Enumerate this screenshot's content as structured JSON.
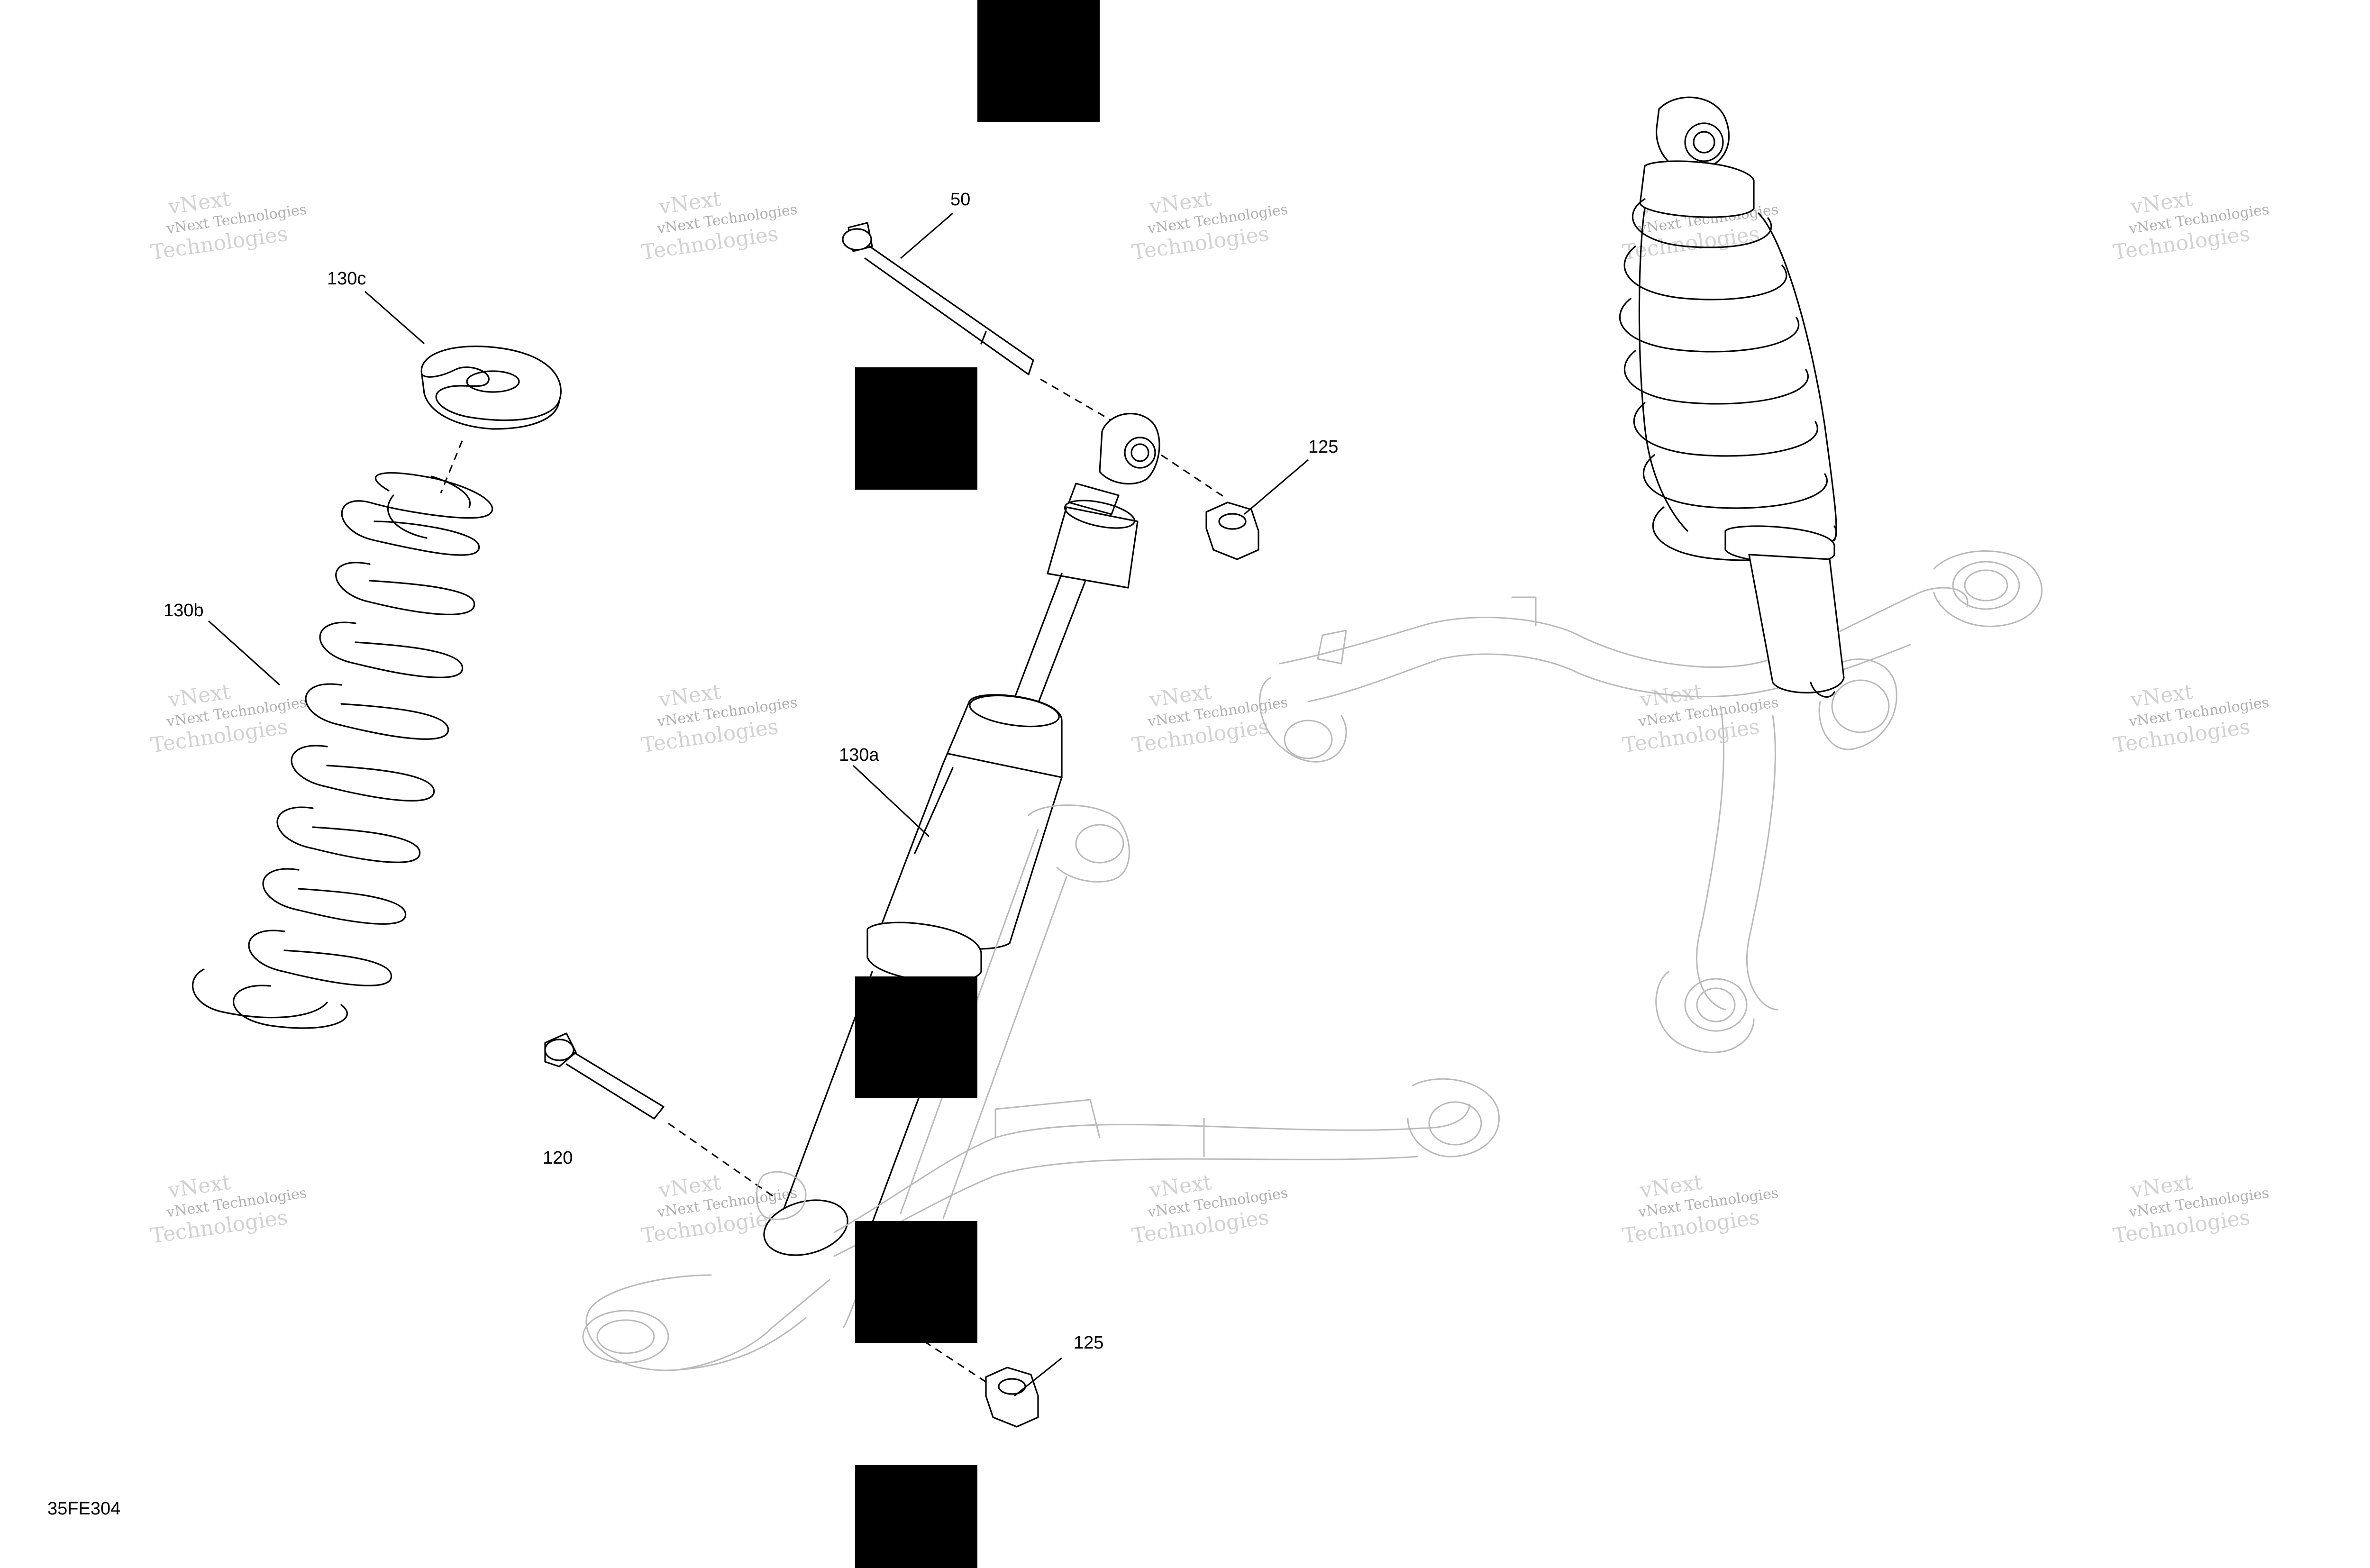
{
  "diagram_code": "35FE304",
  "callouts": {
    "c50": "50",
    "c125_top": "125",
    "c130c": "130c",
    "c130b": "130b",
    "c130a": "130a",
    "c120": "120",
    "c125_bottom": "125"
  },
  "watermark": {
    "line1": "vNext Technologies",
    "line2": "Technologies",
    "line3": "vNext"
  },
  "colors": {
    "line": "#000000",
    "ghost_part": "#b9b9b9",
    "watermark": "#b0b0b0",
    "redaction": "#000000",
    "background": "#ffffff"
  }
}
